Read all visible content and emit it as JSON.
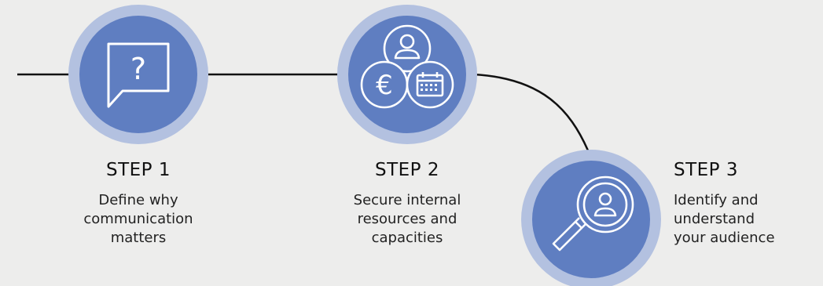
{
  "colors": {
    "background": "#ededec",
    "ring": "#b3c1e0",
    "fill": "#5f7ec1",
    "icon": "#ffffff",
    "connector": "#111111"
  },
  "steps": [
    {
      "title": "STEP 1",
      "desc": [
        "Define why",
        "communication",
        "matters"
      ],
      "icon": "question-speech-bubble-icon"
    },
    {
      "title": "STEP 2",
      "desc": [
        "Secure internal",
        "resources and",
        "capacities"
      ],
      "icon": "resources-cluster-icon"
    },
    {
      "title": "STEP 3",
      "desc": [
        "Identify and",
        "understand",
        "your audience"
      ],
      "icon": "magnifier-person-icon"
    }
  ]
}
